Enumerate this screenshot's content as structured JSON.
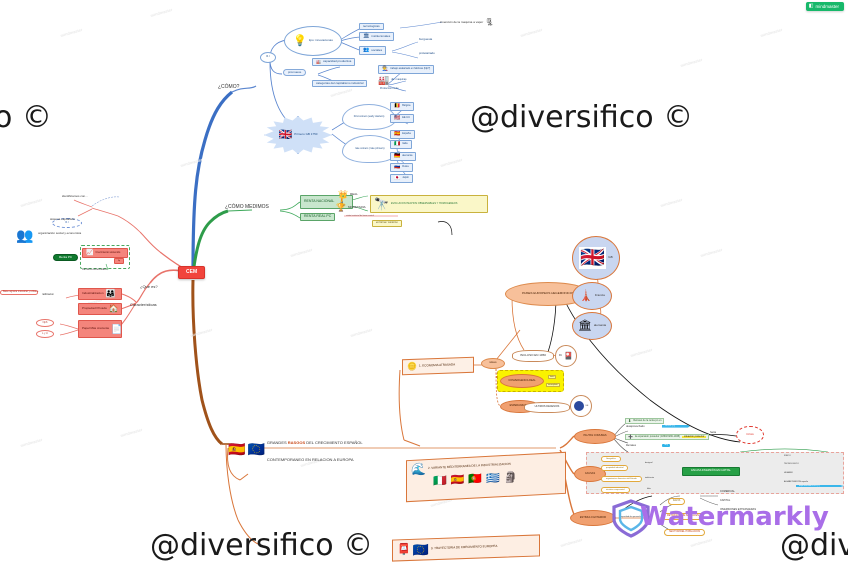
{
  "app": {
    "badge_label": "mindmaster",
    "badge_icon": "mindmaster-logo-icon"
  },
  "root": {
    "label": "CEM"
  },
  "branches": {
    "como": {
      "label": "¿CÓMO?"
    },
    "medimos": {
      "label": "¿CÓMO MEDIMOS"
    },
    "quees": {
      "label": "¿Qué es?"
    },
    "caracteristicas": {
      "label": "Características"
    }
  },
  "como_branch": {
    "ri_label": "R.I",
    "innovaciones": {
      "label": "tipo: innovacionas",
      "icon": "lightbulb-brain-icon"
    },
    "innovacion_kinds": [
      {
        "label": "tecnologicas",
        "icon": "",
        "children": [
          {
            "label": "invención de la maquina a vapor",
            "icon": "steam-engine-icon"
          }
        ]
      },
      {
        "label": "institucionales",
        "icon": "institution-icon",
        "children": []
      },
      {
        "label": "sociales",
        "icon": "people-icon",
        "children": [
          {
            "label": "burguesia"
          },
          {
            "label": "proletariado"
          }
        ]
      }
    ],
    "promueve": {
      "label": "promueve"
    },
    "promueve_items": [
      {
        "label": "capacidad productiva",
        "icon": "factory-small-icon",
        "children": []
      },
      {
        "label": "categorias del capitalismo industrial",
        "icon": "",
        "children": [
          {
            "label": "trabajo asalariado en fabricas (fdp?)",
            "icon": "workers-icon"
          },
          {
            "label": "div. maquinas",
            "icon": "machine-icon"
          },
          {
            "label": "Produccion serie",
            "icon": ""
          }
        ]
      }
    ],
    "origen": {
      "label": "Primero GB 1750",
      "icon": "uk-flag-icon"
    },
    "waves": [
      {
        "label": "First comers (early starters)",
        "countries": [
          {
            "label": "Bélgica",
            "icon": "belgium-flag-icon"
          },
          {
            "label": "EE.UU",
            "icon": "usa-flag-icon"
          }
        ]
      },
      {
        "label": "late comers ( late primers)",
        "countries": [
          {
            "label": "España",
            "icon": "spain-flag-icon"
          },
          {
            "label": "Italia",
            "icon": "italy-flag-icon"
          },
          {
            "label": "alemania",
            "icon": "germany-flag-icon"
          },
          {
            "label": "Rusia",
            "icon": "russia-flag-icon"
          },
          {
            "label": "Japón",
            "icon": "japan-flag-icon"
          }
        ]
      }
    ]
  },
  "medimos_branch": {
    "renta_nacional": {
      "label": "RENTA NACIONAL",
      "icon": "income-person-icon"
    },
    "tipos": [
      {
        "label": "REAL",
        "icon": "crown-icon"
      },
      {
        "label": "MONETARIA",
        "icon": "gold-medal-icon"
      }
    ],
    "renta_real_pc": {
      "label": "RENTA REAL PC"
    },
    "renta_real_note": {
      "label": "visión territorial de base neutral"
    },
    "evolucion": {
      "label": "EVOLUCION HECHOS OBSERVABLES Y HOMOGENEOS",
      "icon": "binoculars-icon"
    },
    "callout": {
      "label": "en forma / contorno"
    }
  },
  "quees_branch": {
    "identificamos": {
      "label": "identificamos con..."
    },
    "ri": {
      "label": "R.I"
    },
    "sistema": {
      "label": "sistema capitalista"
    },
    "organizacion": {
      "label": "organización social y economica",
      "icon": "people-coin-icon"
    },
    "renta_pc": {
      "label": "Renta PC"
    },
    "crecimiento": {
      "label": "Crecimiento sostenido",
      "icon": "growth-arrow-icon"
    },
    "lp": {
      "label": "l/p"
    },
    "cambios": {
      "label": "Cambios estructurales"
    }
  },
  "caract_branch": {
    "items": [
      {
        "label": "Industrializacion",
        "icon": "factory-people-icon"
      },
      {
        "label": "Propiedad Privada",
        "icon": "house-icon"
      },
      {
        "label": "Papel Más creciente",
        "icon": "document-city-icon"
      }
    ],
    "ratificacion": {
      "label": "ratificacion"
    },
    "base_agraria": {
      "label": "Base agraria industrial y urbana"
    },
    "npb": {
      "label": "NpS"
    },
    "lp2": {
      "label": "L y U"
    }
  },
  "spain_branch": {
    "title_1": "GRANDES ",
    "title_rasgos": "RASGOS",
    "title_2": " DEL CRECIMIENTO ESPAÑOL",
    "title_3": "CONTEMPORANEO EN RELACION A EUROPA",
    "icons": [
      "spain-flag-icon",
      "eu-flag-icon"
    ],
    "eco_atrasada": {
      "label": "1. ECONOMIA ATRASADA",
      "icon": "coin-icon"
    },
    "relieve": {
      "label": "relieve"
    },
    "paises_hegemonicos": {
      "label": "PAISES EUROPEOS HEGEMONICOS"
    },
    "paises": [
      {
        "label": "GB",
        "icon": "uk-map-icon"
      },
      {
        "label": "Francia",
        "icon": "eiffel-tower-icon"
      },
      {
        "label": "alemania",
        "icon": "brandenburg-gate-icon"
      }
    ],
    "incluso": {
      "label": "INCLUSO EN 1950"
    },
    "incluso_node": {
      "label": "R.I",
      "icon": "small-flags-icon"
    },
    "convergencia": {
      "label": "CONVERGENCIA REAL"
    },
    "convergencia_notes": [
      "lenta",
      "incompleta"
    ],
    "esperanzador": {
      "label": "ESPERANZADOR"
    },
    "ultimos": {
      "label": "ULTIMOS DECENIOS"
    },
    "ultimos_node": {
      "label": "UE",
      "icon": "eu-dot-icon"
    },
    "variante": {
      "label": "2. VARIANTE MEDITERRANEA DE LA INDUSTRIALIZACION",
      "icon": "mediterranean-icon"
    },
    "variante_flags": [
      "italy-flag-icon",
      "spain-flag-icon",
      "portugal-flag-icon",
      "greece-flag-icon",
      "statue-icon"
    ],
    "trayectoria": {
      "label": "3. TRAYECTORIA DE CRECIMIENTO EUROPEA",
      "icons": [
        "stamp-icon",
        "eu-flag-icon"
      ]
    }
  },
  "pautas_branch": {
    "label": "PAUTAS COMUNES",
    "items": [
      {
        "label": "Retraso de la renta pc en",
        "icon": "download-icon"
      },
      {
        "label": "desaprovechado",
        "tag": "S.XIX (?)"
      },
      {
        "label": "la expansión posterior (1860/1936-1945)",
        "icon": "plus-icon",
        "hi": "situación posterior"
      },
      {
        "label": "Remates",
        "tag": "hoy"
      }
    ],
    "crisis": {
      "label": "Crisis"
    },
    "crisis_link": {
      "label": "hacia"
    }
  },
  "causas_branch": {
    "label": "CAUSAS",
    "items": [
      {
        "label": "Geografias",
        "note": ""
      },
      {
        "label": "propiedad industrial",
        "note": "desigual"
      },
      {
        "label": "organizacion financiera del Estado",
        "note": "ineficiente"
      },
      {
        "label": "iniciativa empresarial",
        "note": "falta"
      }
    ],
    "escasa": {
      "label": "ESCASA INVERSIÓN EN CAPITAL"
    },
    "capital_types": [
      "FISICO",
      "TECNOLOGICO",
      "HUMANO",
      "ALFABETIZACIÓN españa"
    ],
    "tag": "Baja inversión S.XX (?)"
  },
  "estimulo_branch": {
    "label": "ESTIMULO EXTERIOR",
    "capacidad": {
      "label": "capacidad de aprovechar"
    },
    "items": [
      {
        "label": "FALTA",
        "children": [
          "COMERCIAL",
          "CAPITAL",
          "INVERSIONES EXTRANJERAS"
        ]
      },
      {
        "label": "RETRASO QUE AFRICA EN"
      },
      {
        "label": "SECTOR/DEL POBLACION"
      }
    ]
  },
  "watermarks": {
    "big_center": "@diversifico ©",
    "big_left": "o ©",
    "big_bottom": "@diversifico ©",
    "big_bottom_right": "@div",
    "tile": "mindmaster",
    "overlay": "Watermarkly"
  },
  "colors": {
    "root_red": "#f1443c",
    "blue": "#3b6fc4",
    "green": "#2e9c4a",
    "orange": "#c96a1f",
    "brown": "#a0521a",
    "salmon": "#f4857c",
    "yellow": "#faf300",
    "badge_green": "#17b86a"
  }
}
